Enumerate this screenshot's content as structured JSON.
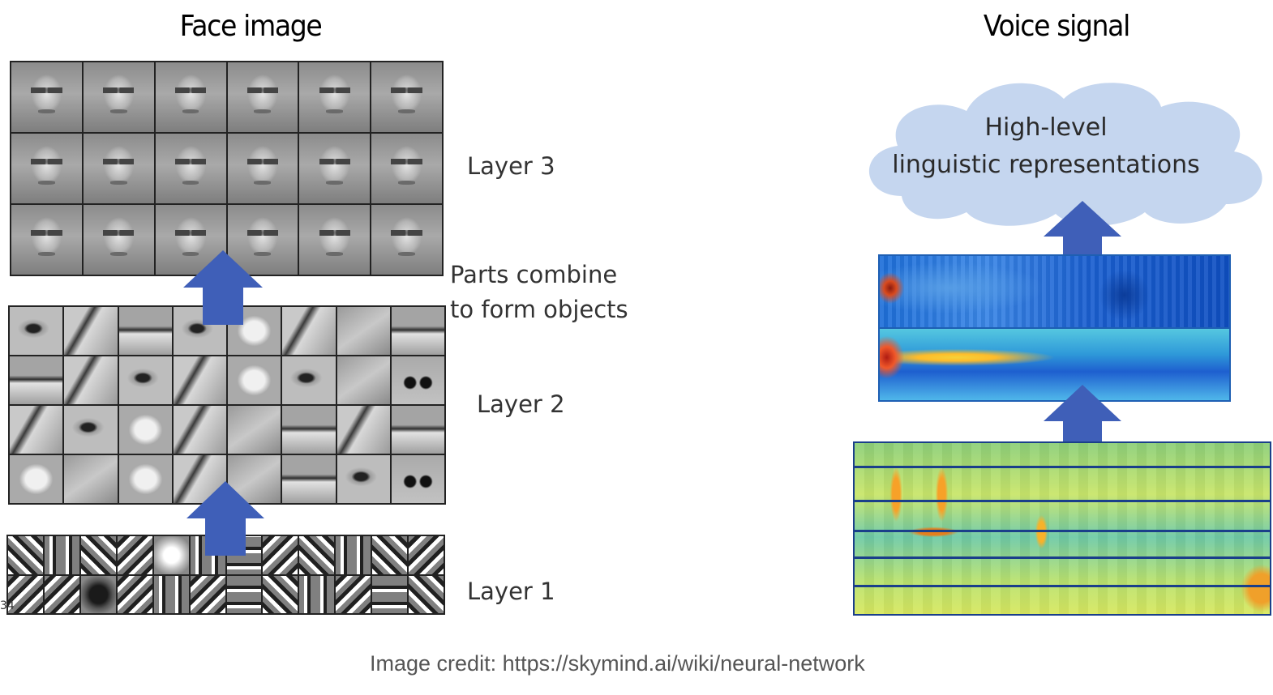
{
  "left_panel": {
    "title": "Face image",
    "layer3_label": "Layer 3",
    "combine_label_line1": "Parts combine",
    "combine_label_line2": "to form objects",
    "layer2_label": "Layer 2",
    "layer1_label": "Layer 1",
    "corner_mark": "34"
  },
  "right_panel": {
    "title": "Voice signal",
    "cloud_line1": "High-level",
    "cloud_line2": "linguistic representations"
  },
  "caption": "Image credit: https://skymind.ai/wiki/neural-network",
  "colors": {
    "arrow": "#3f5fb8",
    "cloud": "#c5d6ef"
  }
}
